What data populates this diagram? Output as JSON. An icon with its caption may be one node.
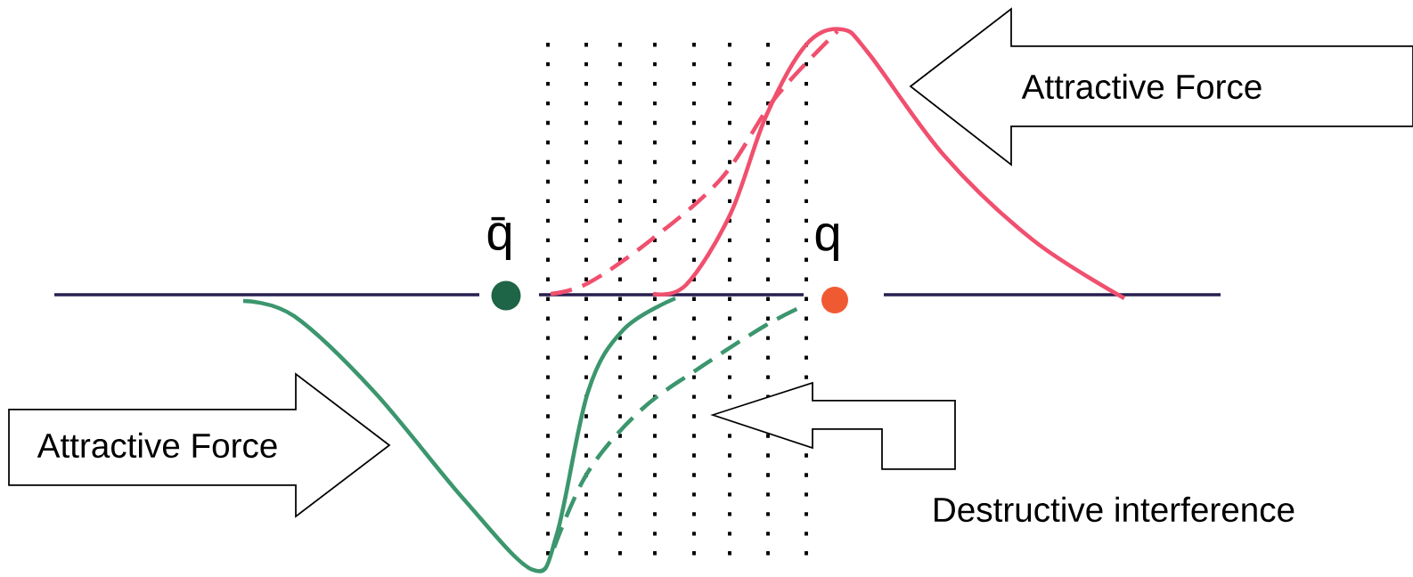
{
  "diagram": {
    "nodes": [
      {
        "text": [
          "Attractive Force"
        ]
      },
      {
        "text": [
          "Attractive Force"
        ]
      },
      {
        "text": [
          "Destructive interference"
        ]
      }
    ],
    "labels": [
      "q̄",
      "q"
    ]
  }
}
